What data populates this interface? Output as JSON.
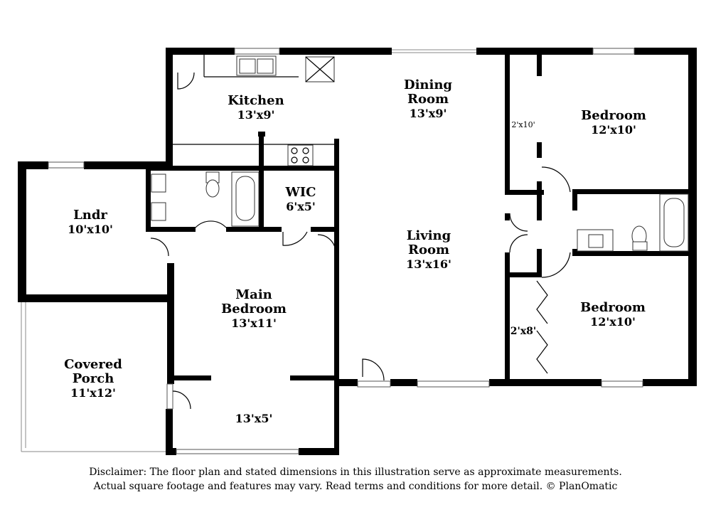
{
  "rooms": {
    "kitchen": {
      "name": "Kitchen",
      "dims": "13'x9'"
    },
    "dining": {
      "name_line1": "Dining",
      "name_line2": "Room",
      "dims": "13'x9'"
    },
    "bedroom_top": {
      "name": "Bedroom",
      "dims": "12'x10'"
    },
    "closet_top": {
      "dims": "2'x10'"
    },
    "wic": {
      "name": "WIC",
      "dims": "6'x5'"
    },
    "laundry": {
      "name": "Lndr",
      "dims": "10'x10'"
    },
    "living": {
      "name_line1": "Living",
      "name_line2": "Room",
      "dims": "13'x16'"
    },
    "main_bedroom": {
      "name_line1": "Main",
      "name_line2": "Bedroom",
      "dims": "13'x11'"
    },
    "bedroom_bottom": {
      "name": "Bedroom",
      "dims": "12'x10'"
    },
    "closet_bottom": {
      "dims": "2'x8'"
    },
    "porch": {
      "name_line1": "Covered",
      "name_line2": "Porch",
      "dims": "11'x12'"
    },
    "lower_area": {
      "dims": "13'x5'"
    }
  },
  "disclaimer": {
    "line1": "Disclaimer: The floor plan and stated dimensions in this illustration serve as approximate measurements.",
    "line2": "Actual square footage and features may vary. Read terms and conditions for more detail. © PlanOmatic"
  }
}
